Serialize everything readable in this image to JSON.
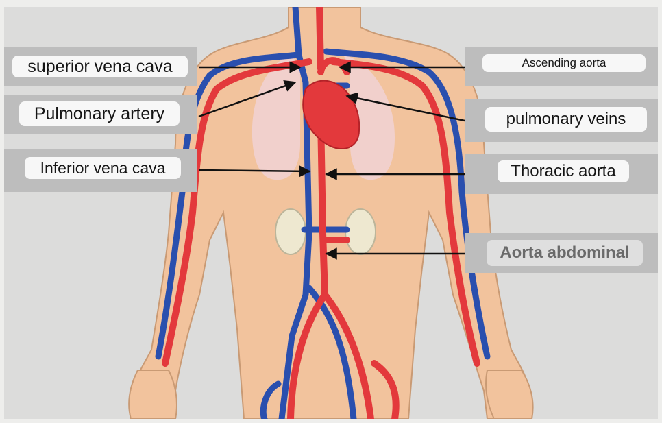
{
  "labels": {
    "superior_vena_cava": "superior vena cava",
    "pulmonary_artery": "Pulmonary artery",
    "inferior_vena_cava": "Inferior vena cava",
    "ascending_aorta": "Ascending aorta",
    "pulmonary_veins": "pulmonary veins",
    "thoracic_aorta": "Thoracic aorta",
    "aorta_abdominal": "Aorta abdominal"
  },
  "colors": {
    "skin": "#f2c39d",
    "artery": "#e3393c",
    "vein": "#2a4fae",
    "lung": "#f1d0cc",
    "kidney": "#eee8d0",
    "panel": "#bdbdbd",
    "label_fill": "#f7f7f7"
  }
}
